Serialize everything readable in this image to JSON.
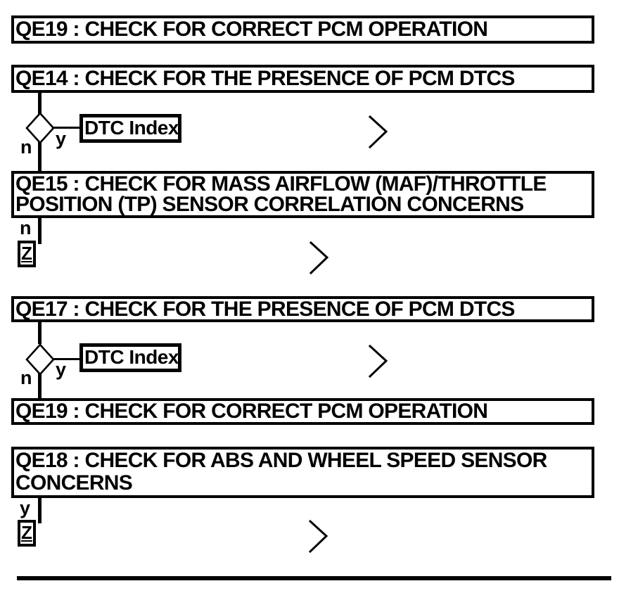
{
  "diagram": {
    "colors": {
      "ink": "#000000",
      "paper": "#ffffff"
    },
    "boxes": {
      "qe19_top": {
        "lines": [
          "QE19 : CHECK FOR CORRECT PCM OPERATION"
        ]
      },
      "qe14": {
        "lines": [
          "QE14 : CHECK FOR THE PRESENCE OF PCM DTCS"
        ]
      },
      "qe15": {
        "lines": [
          "QE15 : CHECK FOR MASS AIRFLOW (MAF)/THROTTLE",
          "POSITION (TP) SENSOR CORRELATION CONCERNS"
        ]
      },
      "qe17": {
        "lines": [
          "QE17 : CHECK FOR THE PRESENCE OF PCM DTCS"
        ]
      },
      "qe19_bottom": {
        "lines": [
          "QE19 : CHECK FOR CORRECT PCM OPERATION"
        ]
      },
      "qe18": {
        "lines": [
          "QE18 : CHECK FOR ABS AND WHEEL SPEED SENSOR",
          "CONCERNS"
        ]
      }
    },
    "links": {
      "dtc_index_top": "DTC Index",
      "dtc_index_bottom": "DTC Index"
    },
    "offpage_connectors": {
      "z_top": "Z",
      "z_bottom": "Z"
    },
    "branch_labels": {
      "qe14_no": "n",
      "qe14_yes": "y",
      "qe15_no": "n",
      "qe17_no": "n",
      "qe17_yes": "y",
      "qe18_yes": "y"
    }
  }
}
